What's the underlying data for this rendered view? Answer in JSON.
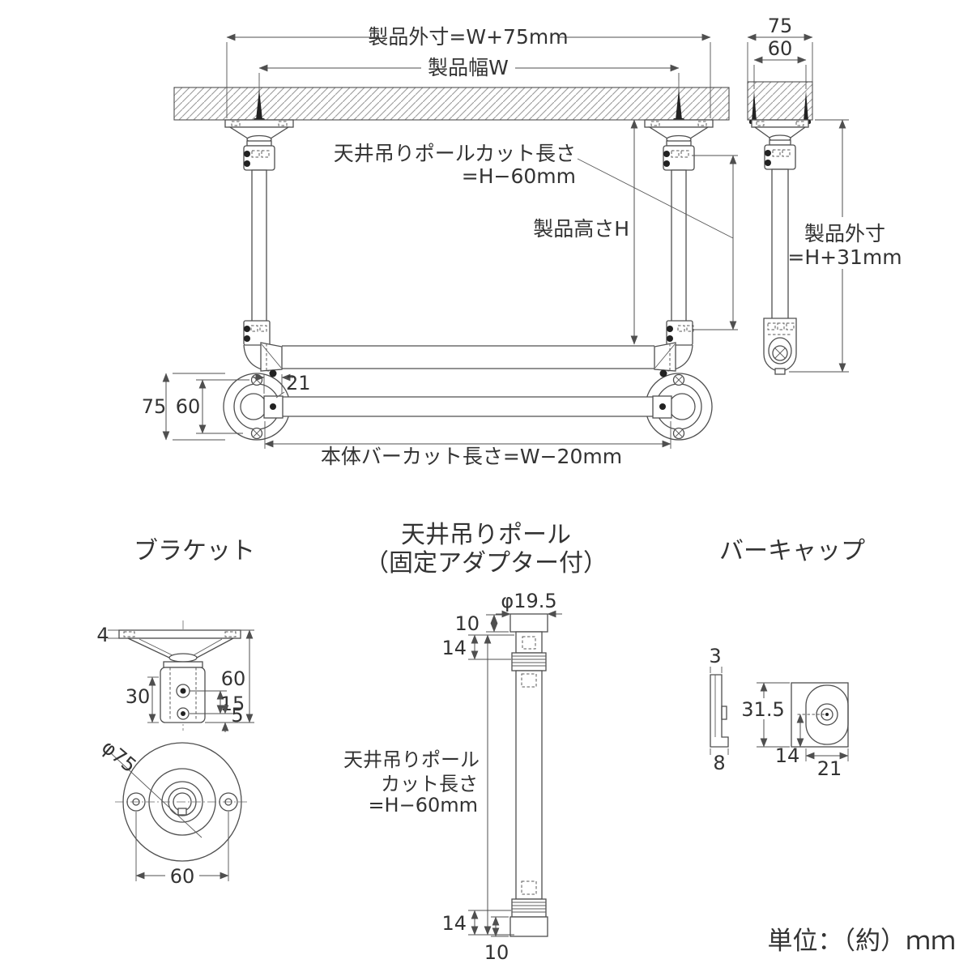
{
  "unit_note": "単位：（約）ｍｍ",
  "front": {
    "outer_width": "製品外寸=W+75mm",
    "width": "製品幅W",
    "pole_cut_1": "天井吊りポールカット長さ",
    "pole_cut_2": "=H−60mm",
    "height": "製品高さH",
    "bar_cut": "本体バーカット長さ=W−20mm",
    "d75": "75",
    "d60": "60",
    "d21": "21"
  },
  "side": {
    "d75": "75",
    "d60": "60",
    "outer_1": "製品外寸",
    "outer_2": "=H+31mm"
  },
  "bracket": {
    "title": "ブラケット",
    "d4": "4",
    "d60": "60",
    "d30": "30",
    "d15": "15",
    "d5": "5",
    "dia": "φ75",
    "pitch": "60"
  },
  "pole": {
    "title_1": "天井吊りポール",
    "title_2": "（固定アダプター付）",
    "dia": "φ19.5",
    "top10": "10",
    "top14": "14",
    "bot14": "14",
    "bot10": "10",
    "cut_1": "天井吊りポール",
    "cut_2": "カット長さ",
    "cut_3": "=H−60mm"
  },
  "cap": {
    "title": "バーキャップ",
    "d3": "3",
    "d8": "8",
    "d31_5": "31.5",
    "d14": "14",
    "d21": "21"
  },
  "colors": {
    "line": "#4f4f4f",
    "text": "#333333",
    "screw": "#222222"
  }
}
